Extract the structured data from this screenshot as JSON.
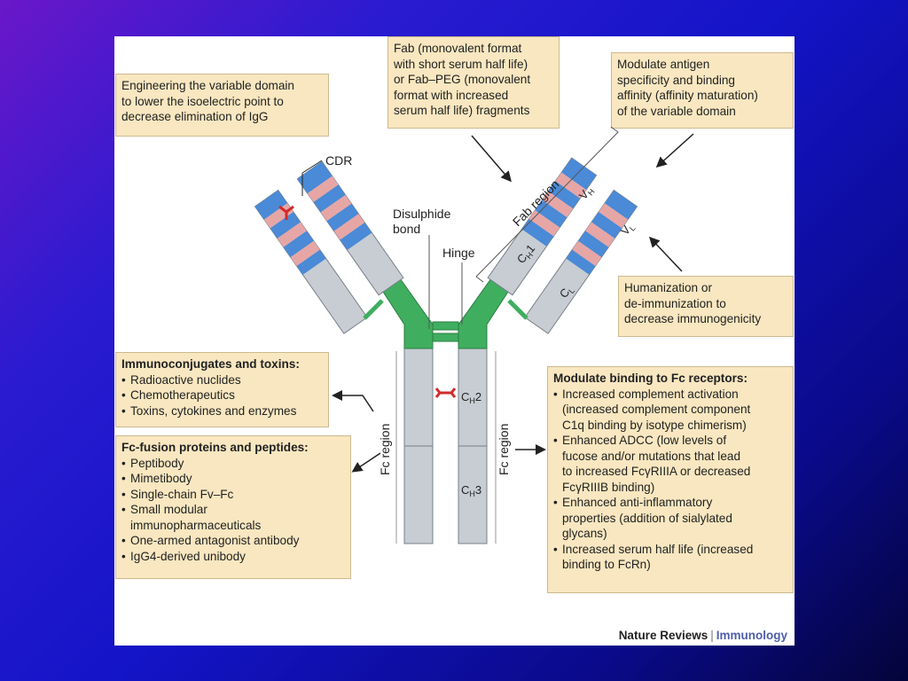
{
  "boxes": {
    "isoelectric": "Engineering the variable domain\nto lower the isoelectric point to\ndecrease elimination of IgG",
    "fab": "Fab (monovalent format\nwith short serum half life)\nor Fab–PEG (monovalent\nformat with increased\nserum half life) fragments",
    "affinity": "Modulate antigen\nspecificity and binding\naffinity (affinity maturation)\nof the variable domain",
    "humanization": "Humanization or\nde-immunization to\ndecrease immunogenicity"
  },
  "immunoconjugates": {
    "title": "Immunoconjugates and toxins:",
    "items": [
      "Radioactive nuclides",
      "Chemotherapeutics",
      "Toxins, cytokines and enzymes"
    ]
  },
  "fc_fusion": {
    "title": "Fc-fusion proteins and peptides:",
    "items": [
      "Peptibody",
      "Mimetibody",
      "Single-chain Fv–Fc",
      "Small modular",
      "immunopharmaceuticals",
      "One-armed antagonist antibody",
      "IgG4-derived unibody"
    ]
  },
  "fc_receptors": {
    "title": "Modulate binding to Fc receptors:",
    "items": [
      [
        "Increased complement activation",
        "(increased complement component",
        "C1q binding by isotype chimerism)"
      ],
      [
        "Enhanced ADCC (low levels of",
        "fucose and/or mutations that lead",
        "to increased FcγRIIIA or decreased",
        "FcγRIIIB binding)"
      ],
      [
        "Enhanced anti-inflammatory",
        "properties (addition of sialylated",
        "glycans)"
      ],
      [
        "Increased serum half life (increased",
        "binding to FcRn)"
      ]
    ]
  },
  "labels": {
    "cdr": "CDR",
    "disulphide": "Disulphide",
    "bond": "bond",
    "hinge": "Hinge",
    "fab_region": "Fab region",
    "fc_region": "Fc region",
    "vh": "V",
    "vh_sub": "H",
    "vl": "V",
    "vl_sub": "L",
    "ch1": "C",
    "ch1_sub": "H",
    "ch1_num": "1",
    "cl": "C",
    "cl_sub": "L",
    "ch2": "C",
    "ch2_sub": "H",
    "ch2_num": "2",
    "ch3": "C",
    "ch3_sub": "H",
    "ch3_num": "3"
  },
  "footer": {
    "brand": "Nature Reviews",
    "separator": "|",
    "journal": "Immunology"
  },
  "colors": {
    "chain_grey": "#c7cdd3",
    "hinge_green": "#3fae5f",
    "cdr_blue": "#4a8ad6",
    "cdr_pink": "#e6a6a6",
    "box_fill": "#f8e7c0",
    "disulphide_red": "#d22a2a"
  }
}
